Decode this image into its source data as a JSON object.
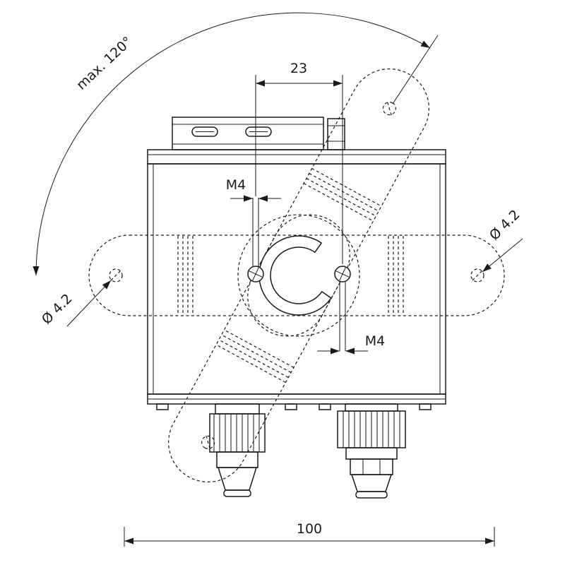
{
  "drawing": {
    "type": "technical-drawing",
    "subject": "device-with-swivel-mounting-bracket",
    "colors": {
      "line": "#1a1a1a",
      "background": "#ffffff"
    },
    "dimensions": {
      "max_angle": "max. 120°",
      "screw_spacing": "23",
      "thread_size_left": "M4",
      "thread_size_right": "M4",
      "hole_diameter_left": "Ø 4.2",
      "hole_diameter_right": "Ø 4.2",
      "overall_width": "100"
    }
  }
}
